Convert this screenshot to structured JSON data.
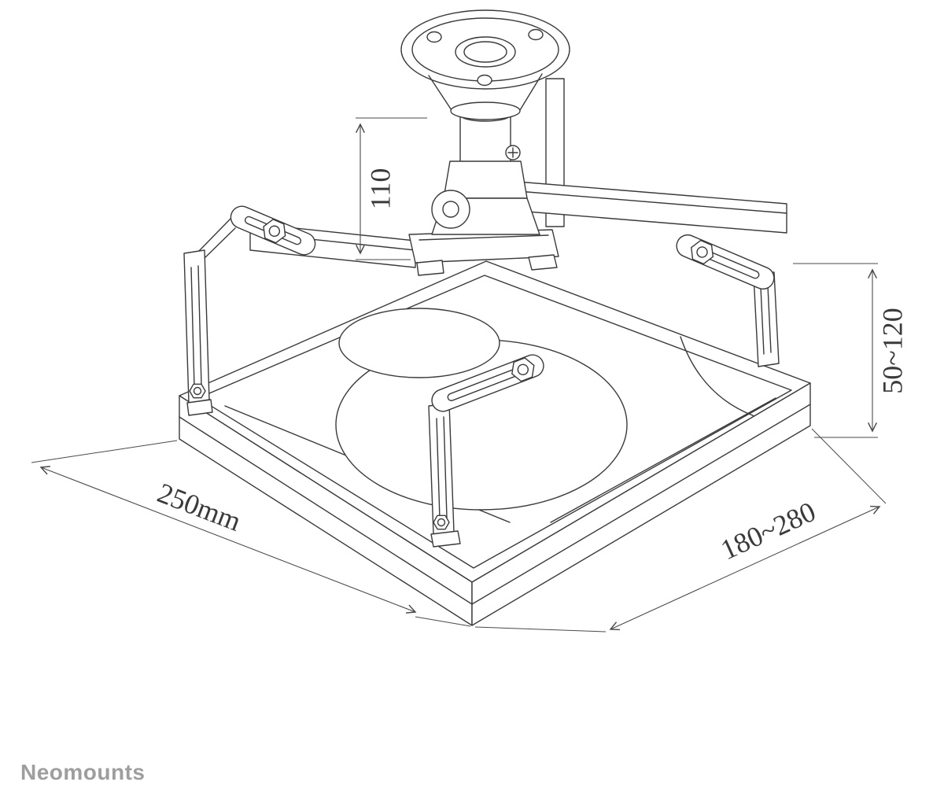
{
  "brand": {
    "name": "Neomounts",
    "color": "#9e9e9e"
  },
  "diagram": {
    "line_color": "#3a3a3a",
    "dimensions": {
      "drop_height": "110",
      "height_range": "50~120",
      "width": "250mm",
      "depth_range": "180~280"
    }
  }
}
